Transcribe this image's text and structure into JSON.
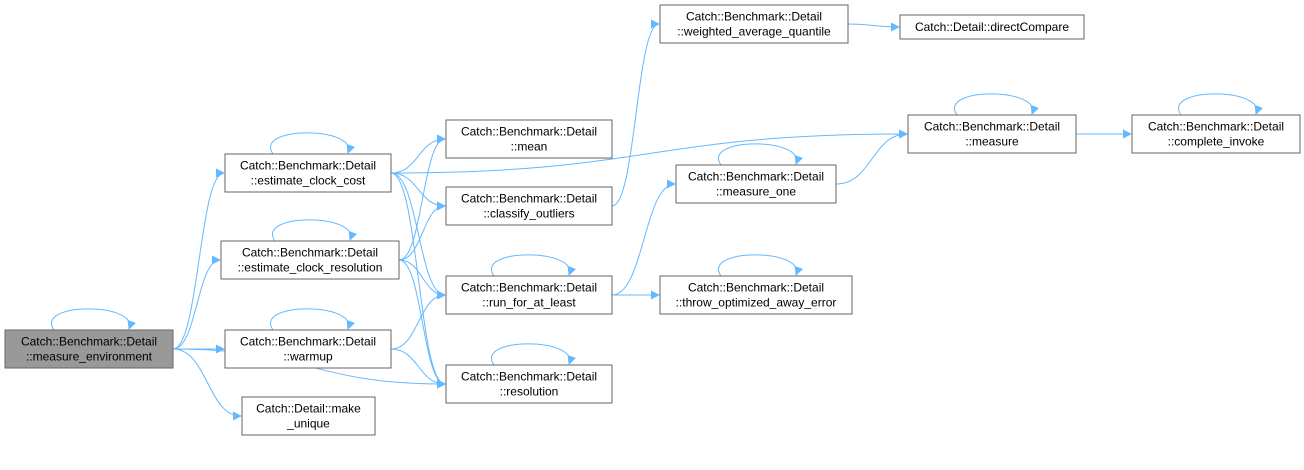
{
  "colors": {
    "edge": "#63b8ff",
    "node_border": "#666666",
    "node_fill": "#ffffff",
    "focus_fill": "#999999"
  },
  "nodes": [
    {
      "id": "measure_environment",
      "lines": [
        "Catch::Benchmark::Detail",
        "::measure_environment"
      ],
      "focus": true
    },
    {
      "id": "estimate_clock_cost",
      "lines": [
        "Catch::Benchmark::Detail",
        "::estimate_clock_cost"
      ]
    },
    {
      "id": "estimate_clock_resolution",
      "lines": [
        "Catch::Benchmark::Detail",
        "::estimate_clock_resolution"
      ]
    },
    {
      "id": "warmup",
      "lines": [
        "Catch::Benchmark::Detail",
        "::warmup"
      ]
    },
    {
      "id": "make_unique",
      "lines": [
        "Catch::Detail::make",
        "_unique"
      ]
    },
    {
      "id": "mean",
      "lines": [
        "Catch::Benchmark::Detail",
        "::mean"
      ]
    },
    {
      "id": "classify_outliers",
      "lines": [
        "Catch::Benchmark::Detail",
        "::classify_outliers"
      ]
    },
    {
      "id": "run_for_at_least",
      "lines": [
        "Catch::Benchmark::Detail",
        "::run_for_at_least"
      ]
    },
    {
      "id": "resolution",
      "lines": [
        "Catch::Benchmark::Detail",
        "::resolution"
      ]
    },
    {
      "id": "weighted_average_quantile",
      "lines": [
        "Catch::Benchmark::Detail",
        "::weighted_average_quantile"
      ]
    },
    {
      "id": "directCompare",
      "lines": [
        "Catch::Detail::directCompare"
      ]
    },
    {
      "id": "measure_one",
      "lines": [
        "Catch::Benchmark::Detail",
        "::measure_one"
      ]
    },
    {
      "id": "throw_optimized_away_error",
      "lines": [
        "Catch::Benchmark::Detail",
        "::throw_optimized_away_error"
      ]
    },
    {
      "id": "measure",
      "lines": [
        "Catch::Benchmark::Detail",
        "::measure"
      ]
    },
    {
      "id": "complete_invoke",
      "lines": [
        "Catch::Benchmark::Detail",
        "::complete_invoke"
      ]
    }
  ],
  "edges": [
    {
      "from": "measure_environment",
      "to": "measure_environment"
    },
    {
      "from": "measure_environment",
      "to": "estimate_clock_cost"
    },
    {
      "from": "measure_environment",
      "to": "estimate_clock_resolution"
    },
    {
      "from": "measure_environment",
      "to": "warmup"
    },
    {
      "from": "measure_environment",
      "to": "make_unique"
    },
    {
      "from": "measure_environment",
      "to": "resolution"
    },
    {
      "from": "estimate_clock_cost",
      "to": "estimate_clock_cost"
    },
    {
      "from": "estimate_clock_cost",
      "to": "measure"
    },
    {
      "from": "estimate_clock_cost",
      "to": "mean"
    },
    {
      "from": "estimate_clock_cost",
      "to": "classify_outliers"
    },
    {
      "from": "estimate_clock_cost",
      "to": "run_for_at_least"
    },
    {
      "from": "estimate_clock_cost",
      "to": "resolution"
    },
    {
      "from": "estimate_clock_resolution",
      "to": "estimate_clock_resolution"
    },
    {
      "from": "estimate_clock_resolution",
      "to": "mean"
    },
    {
      "from": "estimate_clock_resolution",
      "to": "classify_outliers"
    },
    {
      "from": "estimate_clock_resolution",
      "to": "run_for_at_least"
    },
    {
      "from": "estimate_clock_resolution",
      "to": "resolution"
    },
    {
      "from": "warmup",
      "to": "warmup"
    },
    {
      "from": "warmup",
      "to": "run_for_at_least"
    },
    {
      "from": "warmup",
      "to": "resolution"
    },
    {
      "from": "classify_outliers",
      "to": "weighted_average_quantile"
    },
    {
      "from": "weighted_average_quantile",
      "to": "directCompare"
    },
    {
      "from": "run_for_at_least",
      "to": "run_for_at_least"
    },
    {
      "from": "run_for_at_least",
      "to": "measure_one"
    },
    {
      "from": "run_for_at_least",
      "to": "throw_optimized_away_error"
    },
    {
      "from": "resolution",
      "to": "resolution"
    },
    {
      "from": "measure_one",
      "to": "measure_one"
    },
    {
      "from": "measure_one",
      "to": "measure"
    },
    {
      "from": "throw_optimized_away_error",
      "to": "throw_optimized_away_error"
    },
    {
      "from": "measure",
      "to": "measure"
    },
    {
      "from": "measure",
      "to": "complete_invoke"
    },
    {
      "from": "complete_invoke",
      "to": "complete_invoke"
    }
  ]
}
